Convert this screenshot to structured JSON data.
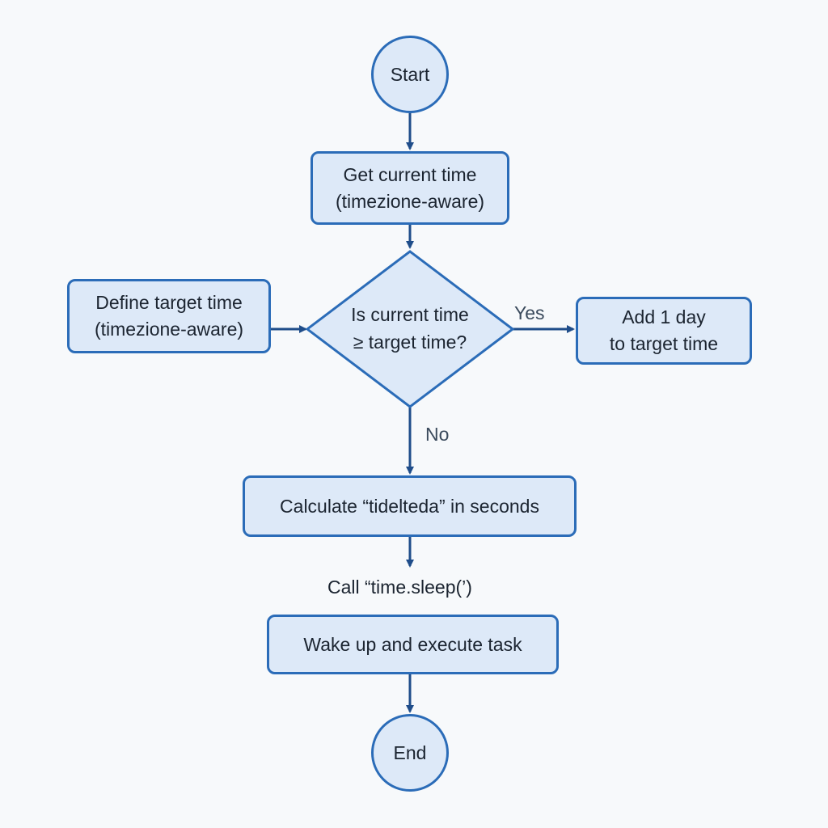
{
  "nodes": {
    "start": "Start",
    "get_current_time": "Get current time\n(timezione-aware)",
    "define_target_time": "Define target time\n(timezione-aware)",
    "decision": "Is current time\n≥ target time?",
    "add_day": "Add 1 day\nto target time",
    "calculate": "Calculate “tidelteda” in seconds",
    "call_sleep": "Call “time.sleep(’)",
    "wake_up": "Wake up and execute task",
    "end": "End"
  },
  "edges": {
    "yes": "Yes",
    "no": "No"
  },
  "colors": {
    "node_fill": "#dde9f8",
    "node_border": "#2b6cb8",
    "arrow": "#1f4d8a",
    "background": "#f7f9fb"
  }
}
